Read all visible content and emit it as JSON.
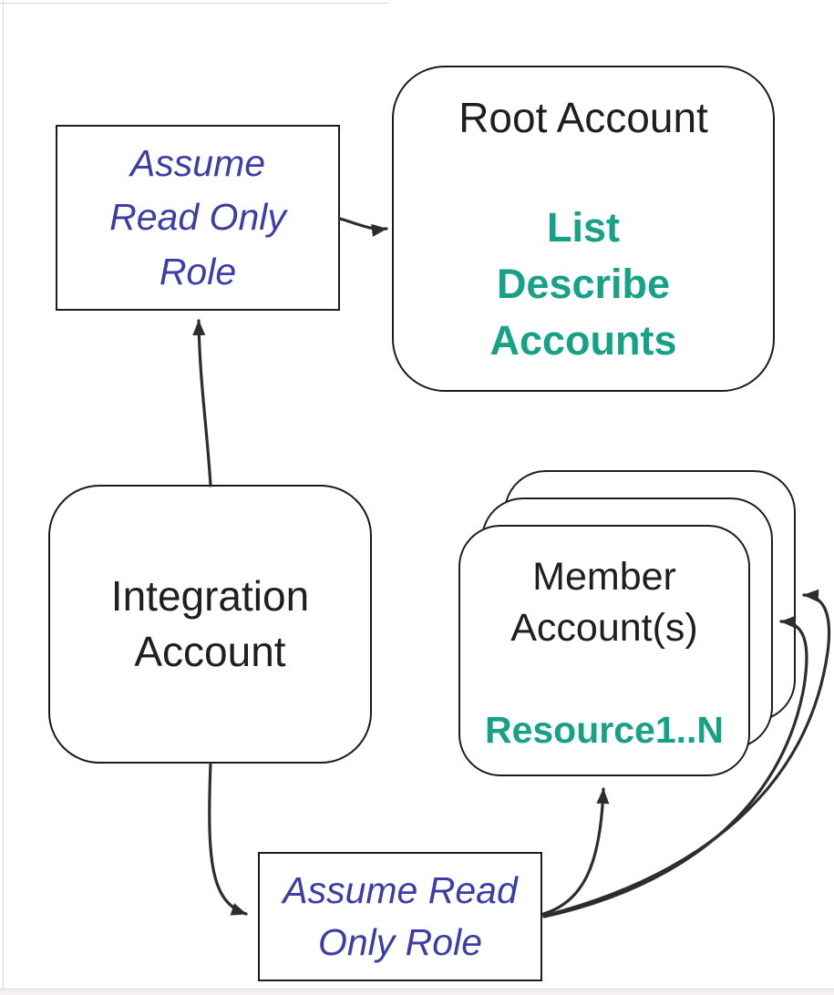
{
  "page": {
    "background": "#ffffff",
    "page_edge_color": "#d9d9d9",
    "bottom_strip_color": "#f6f1f0"
  },
  "colors": {
    "role_text_blue": "#3c3ea6",
    "action_text_green": "#17a287",
    "node_text_black": "#1f1f1f",
    "arrow_stroke": "#2d2d2d"
  },
  "nodes": {
    "assume_role_top": {
      "lines": [
        "Assume",
        "Read Only",
        "Role"
      ]
    },
    "root_account": {
      "title": "Root Account",
      "actions": [
        "List",
        "Describe",
        "Accounts"
      ]
    },
    "integration_account": {
      "lines": [
        "Integration",
        "Account"
      ]
    },
    "member_accounts": {
      "title_lines": [
        "Member",
        "Account(s)"
      ],
      "resources_label": "Resource1..N",
      "stack_count": 3
    },
    "assume_role_bottom": {
      "lines": [
        "Assume Read",
        "Only Role"
      ]
    }
  },
  "arrows": [
    {
      "name": "assume-top-to-root",
      "from": "assume_role_top",
      "to": "root_account"
    },
    {
      "name": "integration-to-assume-top",
      "from": "integration_account",
      "to": "assume_role_top"
    },
    {
      "name": "integration-to-assume-bottom",
      "from": "integration_account",
      "to": "assume_role_bottom"
    },
    {
      "name": "assume-bottom-to-member-front",
      "from": "assume_role_bottom",
      "to": "member_accounts"
    },
    {
      "name": "assume-bottom-to-member-middle",
      "from": "assume_role_bottom",
      "to": "member_accounts"
    },
    {
      "name": "assume-bottom-to-member-back",
      "from": "assume_role_bottom",
      "to": "member_accounts"
    }
  ]
}
